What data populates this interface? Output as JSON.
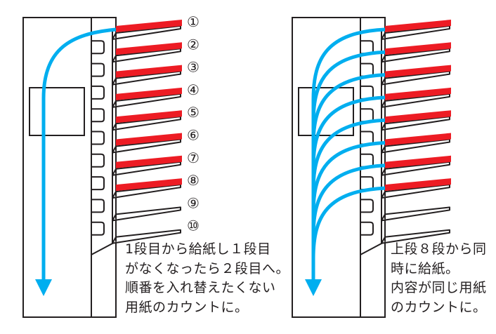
{
  "colors": {
    "paper": "#ed1c24",
    "path": "#00aeef",
    "line": "#231f20"
  },
  "left_panel": {
    "tray_count": 10,
    "loaded_trays": 8,
    "tray_labels": [
      "①",
      "②",
      "③",
      "④",
      "⑤",
      "⑥",
      "⑦",
      "⑧",
      "⑨",
      "⑩"
    ],
    "caption": [
      "1段目から給紙し１段目",
      "がなくなったら２段目へ。",
      "順番を入れ替えたくない",
      "用紙のカウントに。"
    ]
  },
  "right_panel": {
    "tray_count": 10,
    "loaded_trays": 8,
    "caption": [
      "上段８段から同",
      "時に給紙。",
      "内容が同じ用紙",
      "のカウントに。"
    ]
  }
}
